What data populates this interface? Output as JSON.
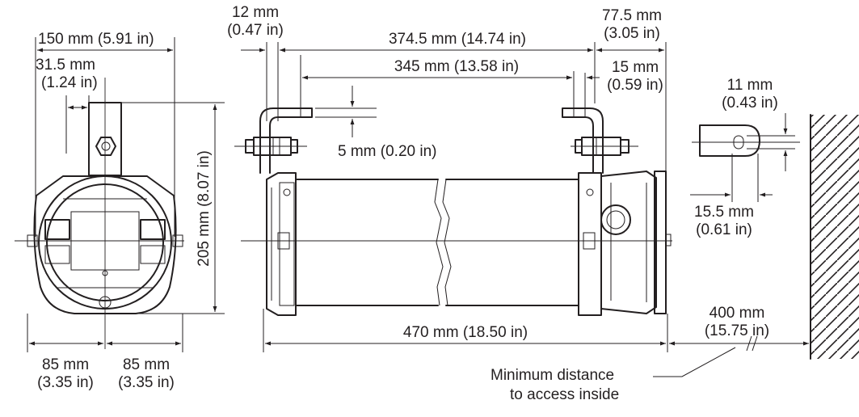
{
  "labels": {
    "dim_150": "150 mm (5.91 in)",
    "dim_31_5_a": "31.5 mm",
    "dim_31_5_b": "(1.24 in)",
    "dim_12_a": "12 mm",
    "dim_12_b": "(0.47 in)",
    "dim_374_5": "374.5 mm (14.74 in)",
    "dim_345": "345 mm (13.58 in)",
    "dim_77_5_a": "77.5 mm",
    "dim_77_5_b": "(3.05 in)",
    "dim_15_a": "15 mm",
    "dim_15_b": "(0.59 in)",
    "dim_5": "5 mm (0.20 in)",
    "dim_11_a": "11 mm",
    "dim_11_b": "(0.43 in)",
    "dim_15_5_a": "15.5 mm",
    "dim_15_5_b": "(0.61 in)",
    "dim_205": "205 mm (8.07 in)",
    "dim_470": "470 mm (18.50 in)",
    "dim_400_a": "400 mm",
    "dim_400_b": "(15.75 in)",
    "dim_85_left_a": "85 mm",
    "dim_85_left_b": "(3.35 in)",
    "dim_85_right_a": "85 mm",
    "dim_85_right_b": "(3.35 in)",
    "note_line1": "Minimum distance",
    "note_line2": "to access inside"
  },
  "colors": {
    "ink": "#231f20",
    "background": "#ffffff"
  }
}
